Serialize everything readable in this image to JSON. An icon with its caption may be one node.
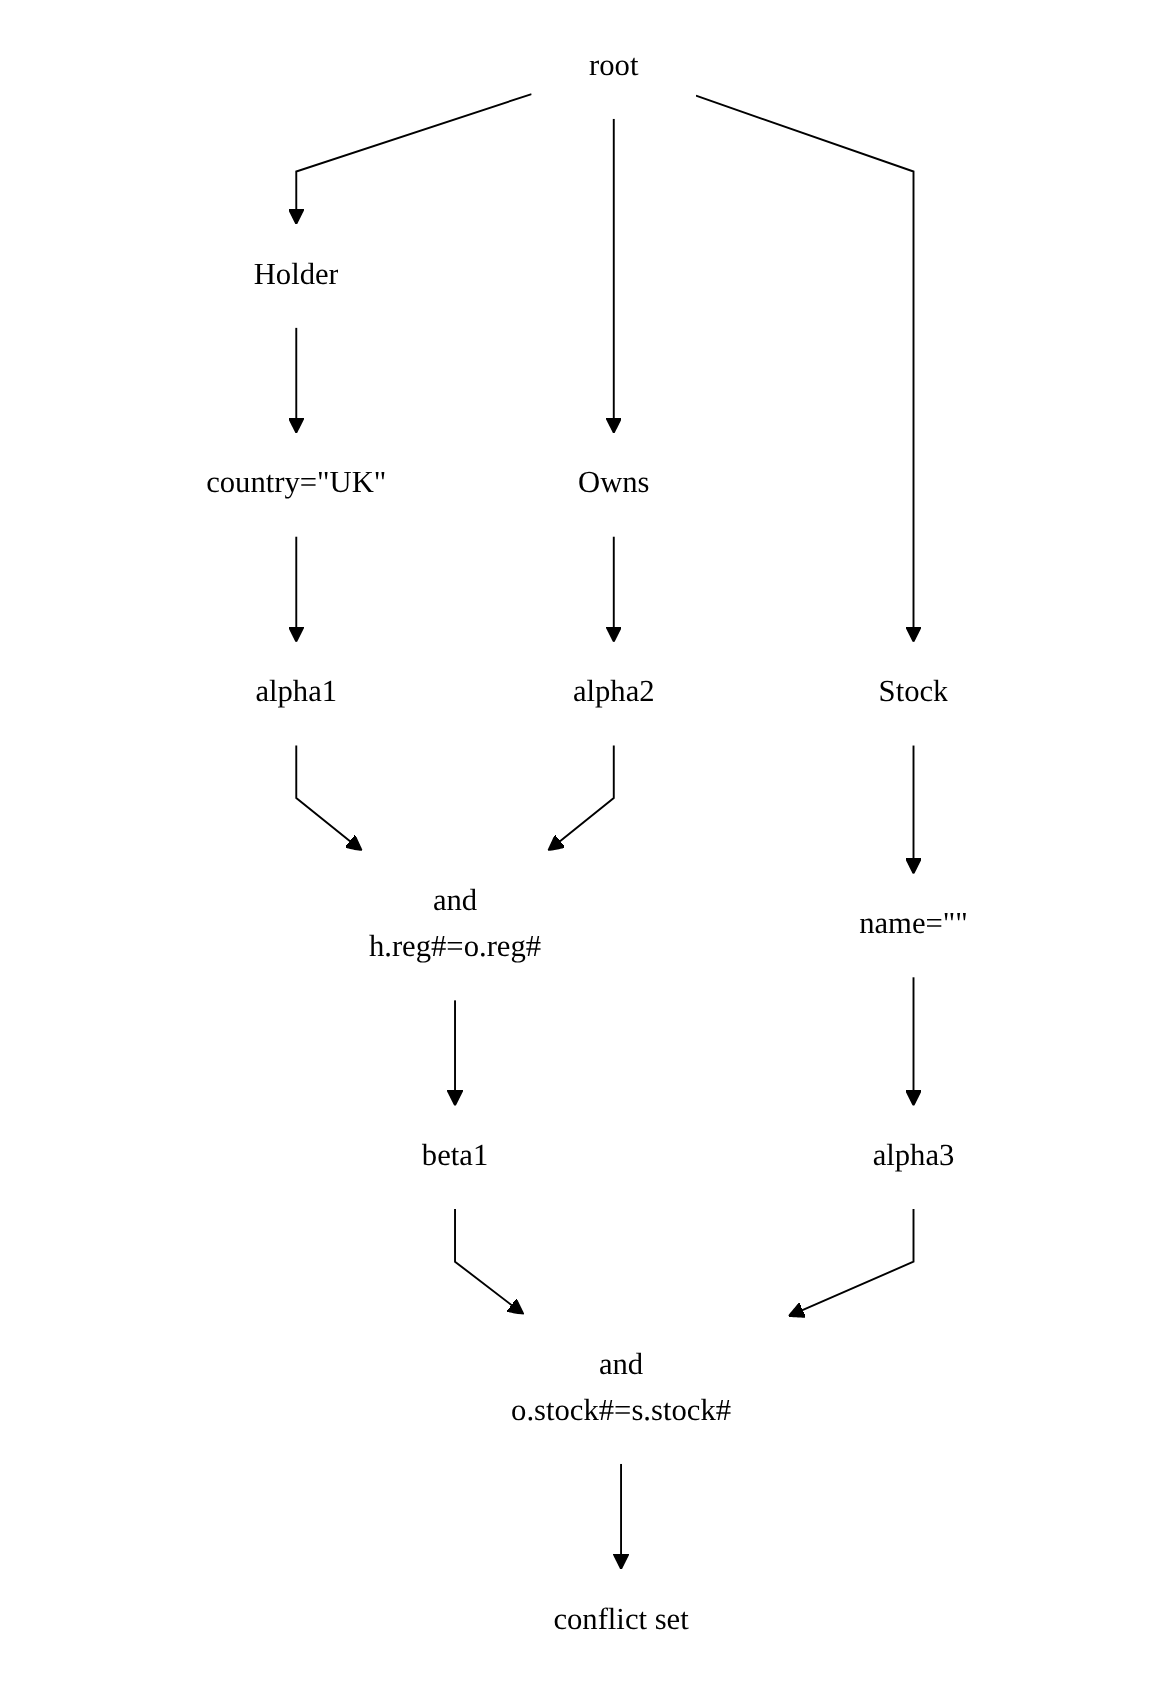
{
  "diagram": {
    "nodes": [
      {
        "text": [
          "root"
        ]
      },
      {
        "text": [
          "Holder"
        ]
      },
      {
        "text": [
          "Owns"
        ]
      },
      {
        "text": [
          "Stock"
        ]
      },
      {
        "text": [
          "country=\"UK\""
        ]
      },
      {
        "text": [
          "name=\"\""
        ]
      },
      {
        "text": [
          "alpha1"
        ]
      },
      {
        "text": [
          "alpha2"
        ]
      },
      {
        "text": [
          "alpha3"
        ]
      },
      {
        "text": [
          "and",
          "h.reg#=o.reg#"
        ]
      },
      {
        "text": [
          "beta1"
        ]
      },
      {
        "text": [
          "and",
          "o.stock#=s.stock#"
        ]
      },
      {
        "text": [
          "conflict set"
        ]
      }
    ],
    "edges": [
      {
        "from": 0,
        "to": 1,
        "arrow": "to"
      },
      {
        "from": 0,
        "to": 2,
        "arrow": "to"
      },
      {
        "from": 0,
        "to": 3,
        "arrow": "to"
      },
      {
        "from": 1,
        "to": 4,
        "arrow": "to"
      },
      {
        "from": 3,
        "to": 5,
        "arrow": "to"
      },
      {
        "from": 4,
        "to": 6,
        "arrow": "to"
      },
      {
        "from": 2,
        "to": 7,
        "arrow": "to"
      },
      {
        "from": 5,
        "to": 8,
        "arrow": "to"
      },
      {
        "from": 6,
        "to": 9,
        "arrow": "to"
      },
      {
        "from": 7,
        "to": 9,
        "arrow": "to"
      },
      {
        "from": 9,
        "to": 10,
        "arrow": "to"
      },
      {
        "from": 10,
        "to": 11,
        "arrow": "to"
      },
      {
        "from": 8,
        "to": 11,
        "arrow": "to"
      },
      {
        "from": 11,
        "to": 12,
        "arrow": "to"
      }
    ]
  }
}
